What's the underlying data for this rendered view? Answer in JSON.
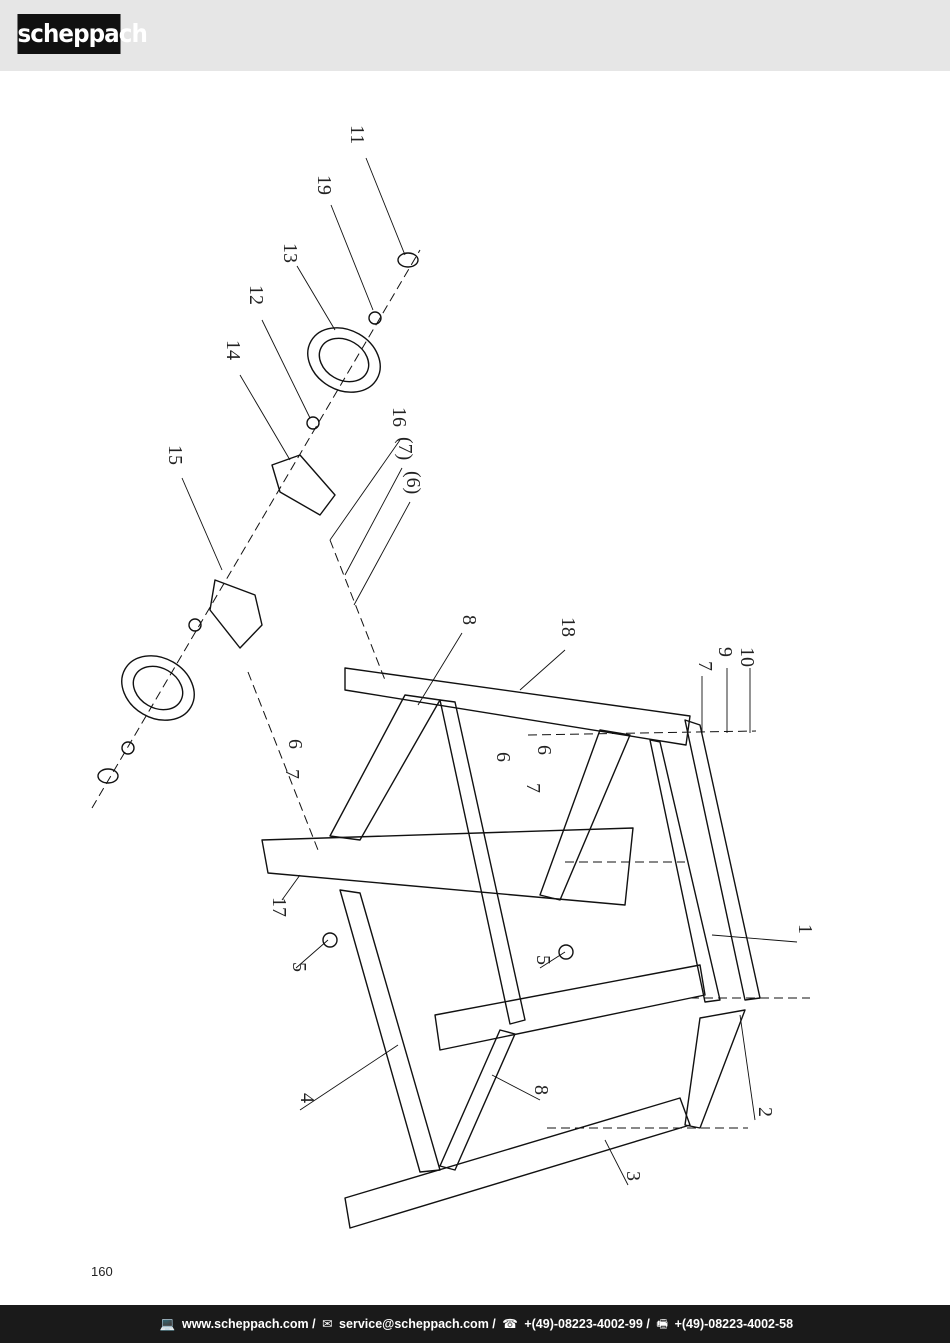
{
  "header": {
    "logo_text": "scheppach"
  },
  "drawing": {
    "part_labels": {
      "l1": "1",
      "l2": "2",
      "l3": "3",
      "l4": "4",
      "l5a": "5",
      "l5b": "5",
      "l6a": "6",
      "l6b": "6",
      "l6c": "6",
      "l6d": "(6)",
      "l7a": "7",
      "l7b": "7",
      "l7c": "7",
      "l7d": "(7)",
      "l8a": "8",
      "l8b": "8",
      "l9": "9",
      "l10": "10",
      "l11": "11",
      "l12": "12",
      "l13": "13",
      "l14": "14",
      "l15": "15",
      "l16": "16",
      "l17": "17",
      "l18": "18",
      "l19": "19"
    }
  },
  "page": {
    "number": "160"
  },
  "footer": {
    "web": "www.scheppach.com",
    "email": "service@scheppach.com",
    "phone": "+(49)-08223-4002-99",
    "fax": "+(49)-08223-4002-58",
    "sep": "/"
  }
}
